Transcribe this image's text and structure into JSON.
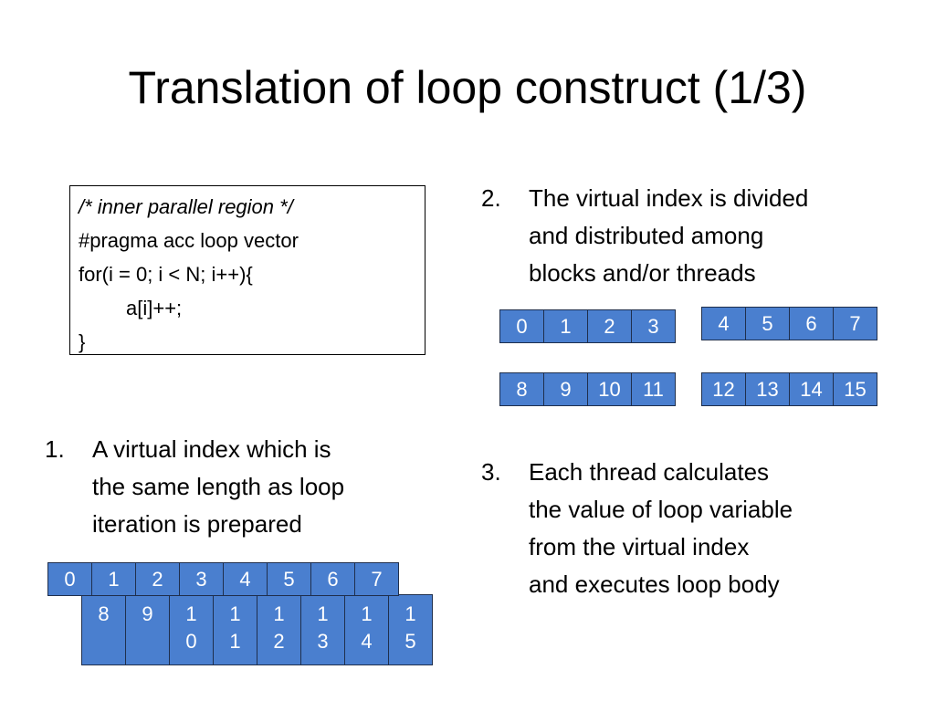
{
  "slide": {
    "title": "Translation of loop construct (1/3)"
  },
  "code": {
    "lines": [
      "/* inner parallel region */",
      "#pragma acc loop vector",
      "for(i = 0; i < N; i++){",
      "a[i]++;",
      "}"
    ]
  },
  "steps": {
    "step1": {
      "number": "1.",
      "lines": [
        "A virtual index which is",
        "the same length as loop",
        "iteration is prepared"
      ]
    },
    "step2": {
      "number": "2.",
      "lines": [
        "The virtual index is divided",
        "and distributed among",
        "blocks and/or threads"
      ]
    },
    "step3": {
      "number": "3.",
      "lines": [
        "Each thread calculates",
        "the value of loop variable",
        "from the virtual index",
        "and executes loop body"
      ]
    }
  },
  "virtual_index": {
    "row1": [
      "0",
      "1",
      "2",
      "3",
      "4",
      "5",
      "6",
      "7"
    ],
    "row2": [
      [
        "8"
      ],
      [
        "9"
      ],
      [
        "1",
        "0"
      ],
      [
        "1",
        "1"
      ],
      [
        "1",
        "2"
      ],
      [
        "1",
        "3"
      ],
      [
        "1",
        "4"
      ],
      [
        "1",
        "5"
      ]
    ]
  },
  "blocks": {
    "block_a": [
      "0",
      "1",
      "2",
      "3"
    ],
    "block_b": [
      "4",
      "5",
      "6",
      "7"
    ],
    "block_c": [
      "8",
      "9",
      "10",
      "11"
    ],
    "block_d": [
      "12",
      "13",
      "14",
      "15"
    ]
  },
  "colors": {
    "cell_fill": "#4a7fcf",
    "cell_border": "#1f2f4d",
    "cell_text": "#ffffff"
  }
}
